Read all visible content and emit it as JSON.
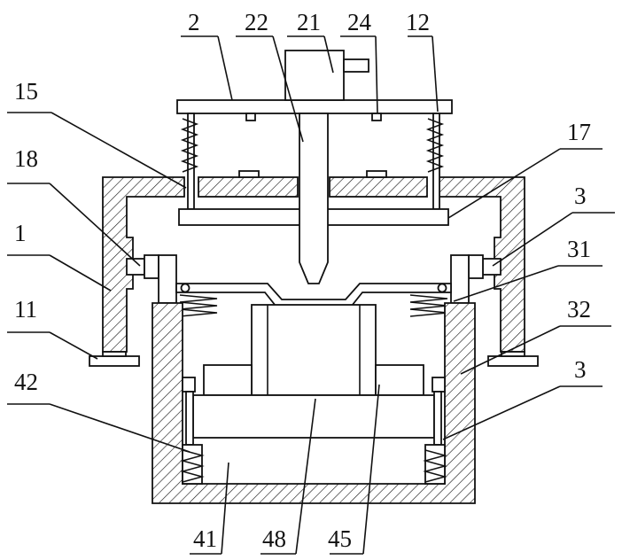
{
  "labels": {
    "l_2": "2",
    "l_22": "22",
    "l_21": "21",
    "l_24": "24",
    "l_12": "12",
    "l_15": "15",
    "l_17": "17",
    "l_18": "18",
    "l_3a": "3",
    "l_1": "1",
    "l_31": "31",
    "l_11": "11",
    "l_32": "32",
    "l_42": "42",
    "l_3b": "3",
    "l_41": "41",
    "l_48": "48",
    "l_45": "45"
  }
}
